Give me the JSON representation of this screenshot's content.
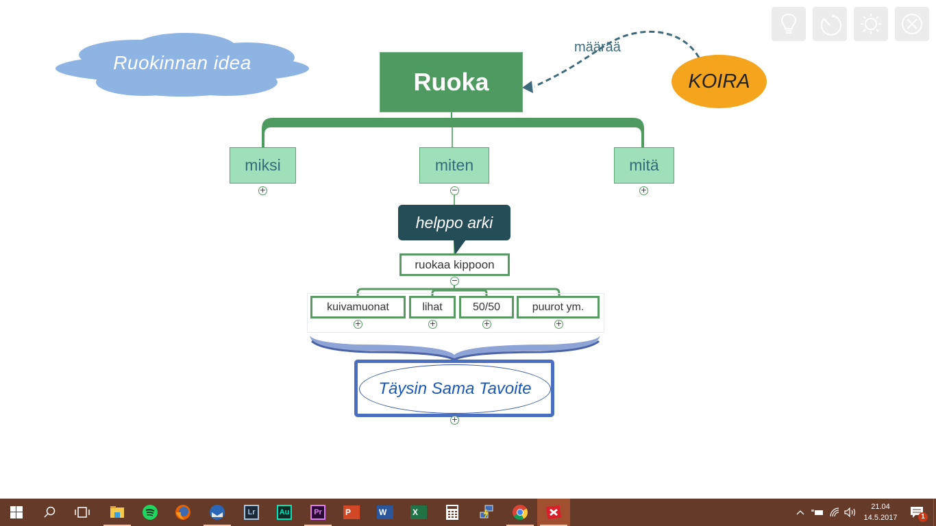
{
  "toolbar": {
    "buttons": [
      {
        "name": "lightbulb-button",
        "icon": "lightbulb-icon"
      },
      {
        "name": "timer-button",
        "icon": "timer-icon"
      },
      {
        "name": "brightness-button",
        "icon": "sun-icon"
      },
      {
        "name": "close-button",
        "icon": "close-circle-icon"
      }
    ]
  },
  "mindmap": {
    "floating_title": "Ruokinnan idea",
    "central_topic": "Ruoka",
    "relationship": {
      "from": "KOIRA",
      "to": "Ruoka",
      "label": "määrää"
    },
    "floating_topic": "KOIRA",
    "main_topics": [
      {
        "label": "miksi",
        "collapsed": true
      },
      {
        "label": "miten",
        "collapsed": false
      },
      {
        "label": "mitä",
        "collapsed": true
      }
    ],
    "callout": "helppo arki",
    "subtopic": "ruokaa kippoon",
    "subtopic_children": [
      {
        "label": "kuivamuonat"
      },
      {
        "label": "lihat"
      },
      {
        "label": "50/50"
      },
      {
        "label": "puurot ym."
      }
    ],
    "summary": "Täysin Sama Tavoite",
    "colors": {
      "central": "#4f9a60",
      "main_topic_fill": "#9fdfba",
      "main_topic_text": "#336b7b",
      "callout": "#244d57",
      "koira": "#f4a51d",
      "cloud": "#8eb4e3",
      "summary_border": "#4a6fbf",
      "summary_text": "#1a58b8"
    }
  },
  "taskbar": {
    "apps": [
      {
        "name": "start",
        "icon": "windows-icon"
      },
      {
        "name": "search",
        "icon": "search-icon"
      },
      {
        "name": "task-view",
        "icon": "task-view-icon"
      },
      {
        "name": "file-explorer",
        "icon": "folder-icon"
      },
      {
        "name": "spotify",
        "icon": "spotify-icon"
      },
      {
        "name": "firefox",
        "icon": "firefox-icon"
      },
      {
        "name": "thunderbird",
        "icon": "thunderbird-icon"
      },
      {
        "name": "lightroom",
        "icon": "lightroom-icon",
        "text": "Lr"
      },
      {
        "name": "audition",
        "icon": "audition-icon",
        "text": "Au"
      },
      {
        "name": "premiere",
        "icon": "premiere-icon",
        "text": "Pr"
      },
      {
        "name": "powerpoint",
        "icon": "powerpoint-icon",
        "text": "P"
      },
      {
        "name": "word",
        "icon": "word-icon",
        "text": "W"
      },
      {
        "name": "excel",
        "icon": "excel-icon",
        "text": "X"
      },
      {
        "name": "calculator",
        "icon": "calculator-icon"
      },
      {
        "name": "network",
        "icon": "network-computers-icon"
      },
      {
        "name": "chrome",
        "icon": "chrome-icon"
      },
      {
        "name": "xmind",
        "icon": "xmind-icon"
      }
    ],
    "clock": {
      "time": "21.04",
      "date": "14.5.2017"
    },
    "notifications_count": "1"
  }
}
